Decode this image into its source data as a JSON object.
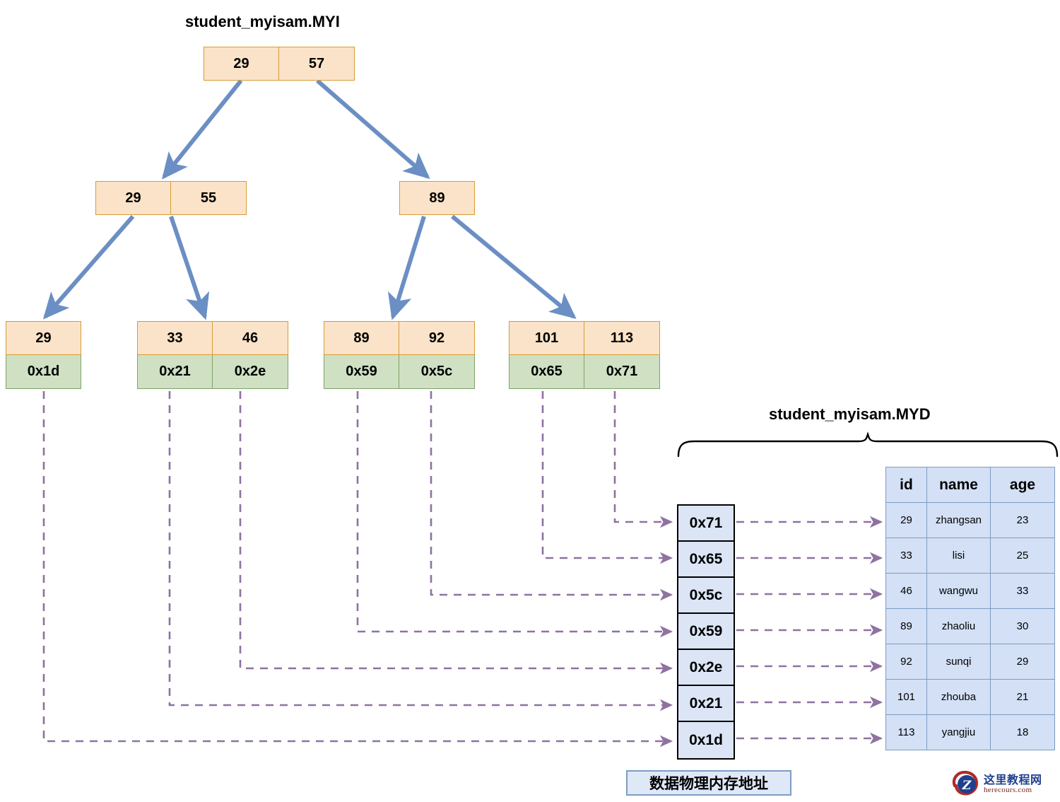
{
  "titles": {
    "index_file": "student_myisam.MYI",
    "data_file": "student_myisam.MYD"
  },
  "btree": {
    "root": {
      "keys": [
        "29",
        "57"
      ]
    },
    "internal": [
      {
        "keys": [
          "29",
          "55"
        ]
      },
      {
        "keys": [
          "89"
        ]
      }
    ],
    "leaves": [
      {
        "keys": [
          "29"
        ],
        "pointers": [
          "0x1d"
        ]
      },
      {
        "keys": [
          "33",
          "46"
        ],
        "pointers": [
          "0x21",
          "0x2e"
        ]
      },
      {
        "keys": [
          "89",
          "92"
        ],
        "pointers": [
          "0x59",
          "0x5c"
        ]
      },
      {
        "keys": [
          "101",
          "113"
        ],
        "pointers": [
          "0x65",
          "0x71"
        ]
      }
    ]
  },
  "address_column": {
    "cells": [
      "0x71",
      "0x65",
      "0x5c",
      "0x59",
      "0x2e",
      "0x21",
      "0x1d"
    ],
    "caption": "数据物理内存地址"
  },
  "data_table": {
    "headers": [
      "id",
      "name",
      "age"
    ],
    "rows": [
      [
        "29",
        "zhangsan",
        "23"
      ],
      [
        "33",
        "lisi",
        "25"
      ],
      [
        "46",
        "wangwu",
        "33"
      ],
      [
        "89",
        "zhaoliu",
        "30"
      ],
      [
        "92",
        "sunqi",
        "29"
      ],
      [
        "101",
        "zhouba",
        "21"
      ],
      [
        "113",
        "yangjiu",
        "18"
      ]
    ]
  },
  "watermark": {
    "cn": "这里教程网",
    "en": "herecours.com"
  },
  "colors": {
    "key_fill": "#fae3c8",
    "key_border": "#d79b36",
    "pointer_fill": "#cfe0c3",
    "pointer_border": "#7fa36a",
    "tree_arrow": "#6b8fc4",
    "dashed_link": "#8e72a0",
    "table_fill": "#d3e0f5",
    "table_border": "#7d9cc4"
  }
}
